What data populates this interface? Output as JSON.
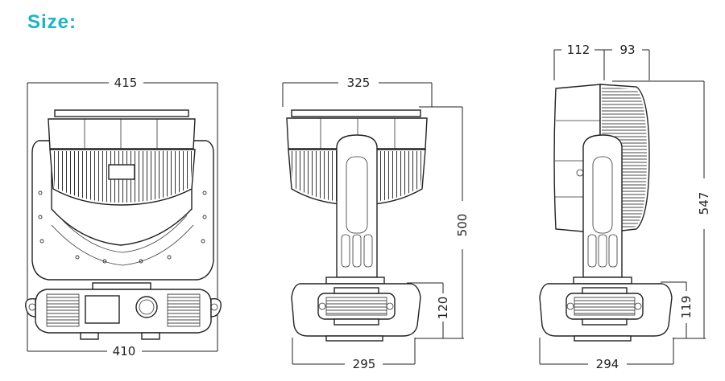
{
  "title": "Size:",
  "title_color": "#1bb5c3",
  "views": {
    "front": {
      "top_width": "415",
      "bottom_width": "410"
    },
    "side": {
      "top_width": "325",
      "height": "500",
      "base_height": "120",
      "bottom_width": "295"
    },
    "profile": {
      "top_left": "112",
      "top_right": "93",
      "height": "547",
      "base_height": "119",
      "bottom_width": "294"
    }
  }
}
